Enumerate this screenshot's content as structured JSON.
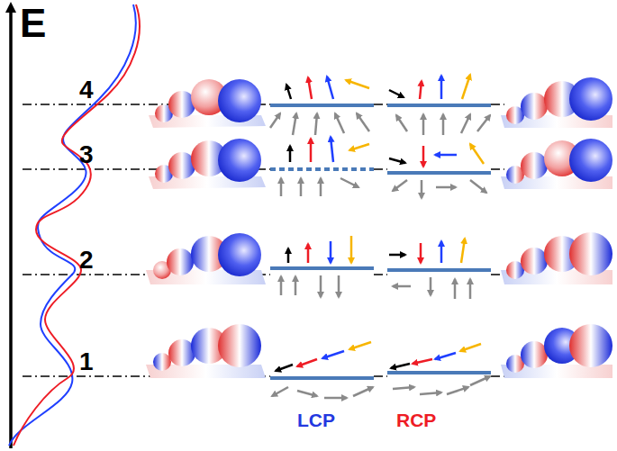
{
  "diagram": {
    "labels": [
      "E",
      "4",
      "3",
      "2",
      "1",
      "LCP",
      "RCP"
    ]
  }
}
